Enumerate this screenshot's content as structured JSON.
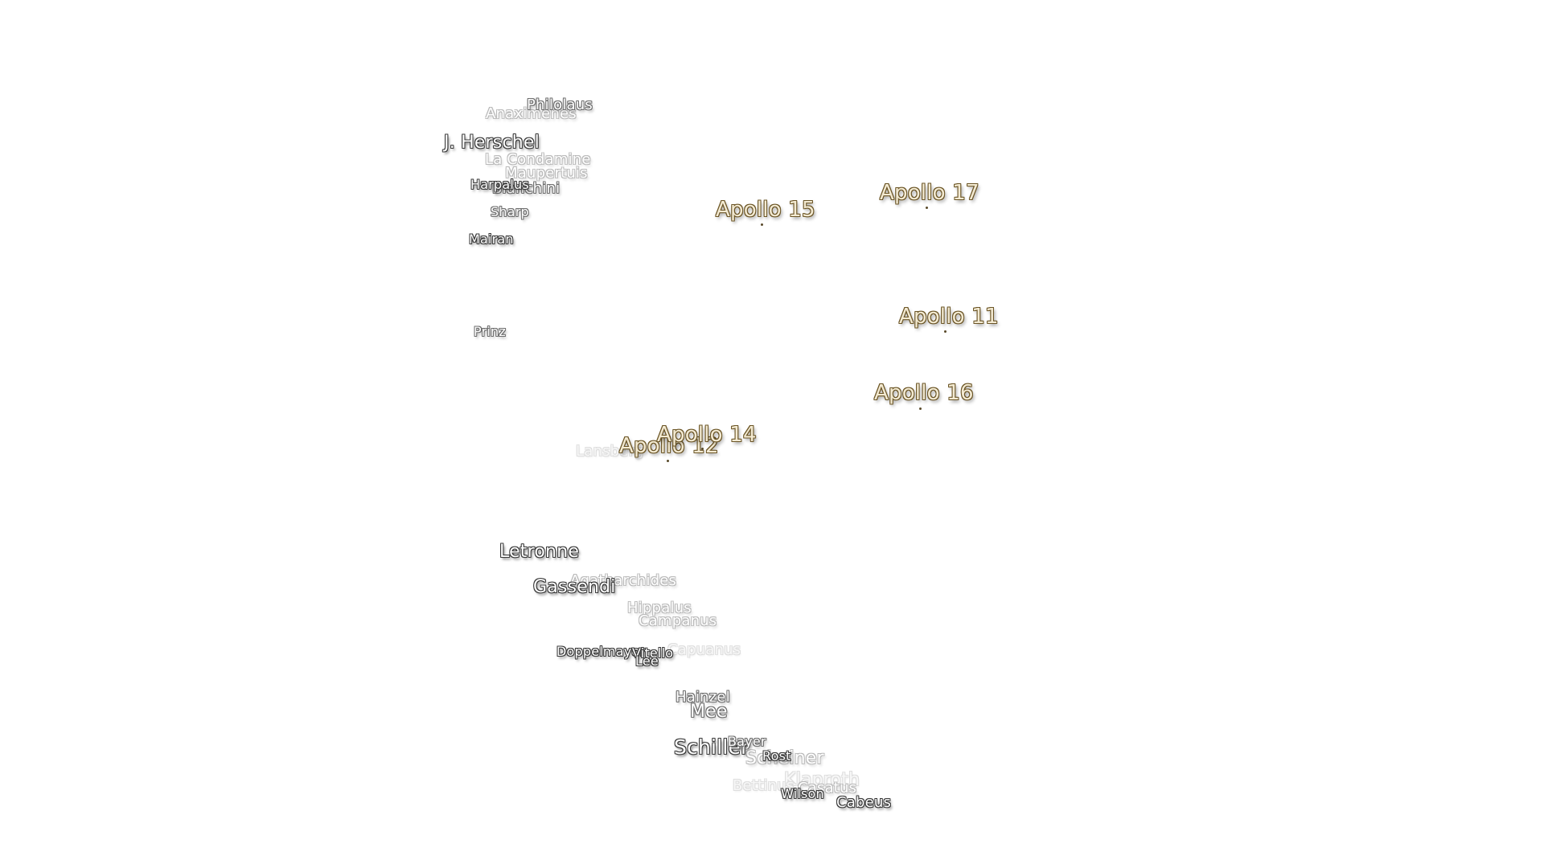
{
  "craters": {
    "philolaus": "Philolaus",
    "anaximenes": "Anaximenes",
    "herschel": "J. Herschel",
    "la_condamine": "La Condamine",
    "maupertuis": "Maupertuis",
    "harpalus": "Harpalus",
    "bianchini": "Bianchini",
    "sharp": "Sharp",
    "mairan": "Mairan",
    "prinz": "Prinz",
    "lansberg": "Lansberg",
    "letronne": "Letronne",
    "agatharchides": "Agatharchides",
    "gassendi": "Gassendi",
    "hippalus": "Hippalus",
    "campanus": "Campanus",
    "capuanus": "Capuanus",
    "doppelmayer": "Doppelmayer",
    "vitello": "Vitello",
    "lee": "Lee",
    "hainzel": "Hainzel",
    "mee": "Mee",
    "schiller": "Schiller",
    "bayer": "Bayer",
    "rost": "Rost",
    "scheiner": "Scheiner",
    "klaproth": "Klaproth",
    "bettinus": "Bettinus",
    "casatus": "Casatus",
    "wilson": "Wilson",
    "cabeus": "Cabeus"
  },
  "apollo_sites": {
    "apollo15": "Apollo 15",
    "apollo17": "Apollo 17",
    "apollo11": "Apollo 11",
    "apollo16": "Apollo 16",
    "apollo14": "Apollo 14",
    "apollo12": "Apollo 12"
  },
  "colors": {
    "background": "#ffffff",
    "crater_text": "#ffffff",
    "crater_halo": "#3a3a3a",
    "apollo_text": "#f3ead2",
    "apollo_halo": "#6b5526"
  }
}
